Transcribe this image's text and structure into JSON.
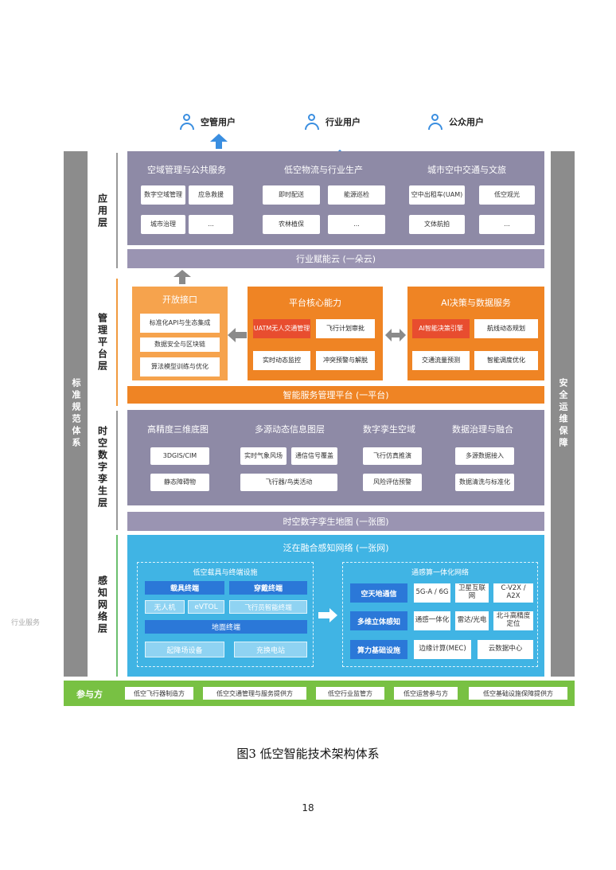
{
  "users": [
    "空管用户",
    "行业用户",
    "公众用户"
  ],
  "left_bar": "标准规范体系",
  "right_bar": "安全运维保障",
  "side_note": "行业服务",
  "layers": {
    "app": "应用层",
    "mgmt": "管理平台层",
    "twin": "时空数字孪生层",
    "sense": "感知网络层"
  },
  "app": {
    "sections": [
      {
        "title": "空域管理与公共服务",
        "items": [
          "数字空域管理",
          "应急救援",
          "城市治理",
          "..."
        ]
      },
      {
        "title": "低空物流与行业生产",
        "items": [
          "即时配送",
          "能源巡检",
          "农林植保",
          "..."
        ]
      },
      {
        "title": "城市空中交通与文旅",
        "items": [
          "空中出租车(UAM)",
          "低空观光",
          "文体航拍",
          "..."
        ]
      }
    ],
    "strip": "行业赋能云 (一朵云)"
  },
  "mgmt": {
    "open": {
      "title": "开放接口",
      "items": [
        "标准化API与生态集成",
        "数据安全与区块链",
        "算法模型训练与优化"
      ]
    },
    "core": {
      "title": "平台核心能力",
      "items": [
        "UATM无人交通管理",
        "飞行计划审批",
        "实时动态监控",
        "冲突预警与解脱"
      ]
    },
    "ai": {
      "title": "AI决策与数据服务",
      "items": [
        "AI智能决策引擎",
        "航线动态规划",
        "交通流量预测",
        "智能调度优化"
      ]
    },
    "strip": "智能服务管理平台 (一平台)"
  },
  "twin": {
    "sections": [
      {
        "title": "高精度三维底图",
        "items": [
          "3DGIS/CIM",
          "静态障碍物"
        ]
      },
      {
        "title": "多源动态信息图层",
        "items": [
          "实时气象风场",
          "通信信号覆盖",
          "飞行器/鸟类活动"
        ]
      },
      {
        "title": "数字孪生空域",
        "items": [
          "飞行仿真推演",
          "风险评估预警"
        ]
      },
      {
        "title": "数据治理与融合",
        "items": [
          "多源数据接入",
          "数据清洗与标准化"
        ]
      }
    ],
    "strip": "时空数字孪生地图 (一张图)"
  },
  "sense": {
    "title": "泛在融合感知网络 (一张网)",
    "left": {
      "title": "低空载具与终端设施",
      "items": [
        "载具终端",
        "穿戴终端",
        "无人机",
        "eVTOL",
        "飞行员智能终端",
        "地面终端",
        "起降场设备",
        "充换电站"
      ]
    },
    "right": {
      "title": "通感算一体化网络",
      "items": [
        "空天地通信",
        "5G-A / 6G",
        "卫星互联网",
        "C-V2X / A2X",
        "多维立体感知",
        "通感一体化",
        "雷达/光电",
        "北斗高精度定位",
        "算力基础设施",
        "边缘计算(MEC)",
        "云数据中心"
      ]
    }
  },
  "participants": {
    "label": "参与方",
    "items": [
      "低空飞行器制造方",
      "低空交通管理与服务提供方",
      "低空行业监管方",
      "低空运营参与方",
      "低空基础设施保障提供方"
    ]
  },
  "caption": "图3 低空智能技术架构体系",
  "page_number": "18",
  "colors": {
    "purple": "#8e8aa6",
    "orange": "#f6a34d",
    "orange_dark": "#ef8424",
    "blue": "#40b4e4",
    "blue_dark": "#2b78d8",
    "green": "#78c143",
    "gray": "#8c8c8c"
  }
}
